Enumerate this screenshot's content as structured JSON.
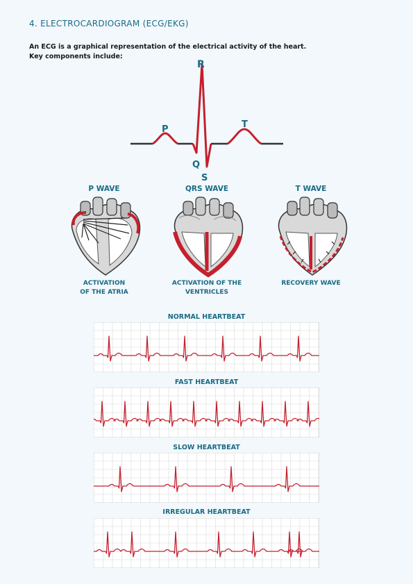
{
  "page": {
    "title": "4. ELECTROCARDIOGRAM (ECG/EKG)",
    "intro_line1": "An ECG is a graphical representation of the electrical activity of the heart.",
    "intro_line2": "Key components include:"
  },
  "waveform": {
    "labels": {
      "p": "P",
      "q": "Q",
      "r": "R",
      "s": "S",
      "t": "T"
    },
    "colors": {
      "baseline": "#333333",
      "wave": "#c4202e",
      "label": "#1b6a85"
    }
  },
  "hearts": [
    {
      "heading": "P WAVE",
      "caption_line1": "ACTIVATION",
      "caption_line2": "OF THE ATRIA"
    },
    {
      "heading": "QRS WAVE",
      "caption_line1": "ACTIVATION OF THE",
      "caption_line2": "VENTRICLES"
    },
    {
      "heading": "T WAVE",
      "caption_line1": "RECOVERY WAVE",
      "caption_line2": ""
    }
  ],
  "strips": [
    {
      "title": "NORMAL HEARTBEAT",
      "rhythm": "normal"
    },
    {
      "title": "FAST HEARTBEAT",
      "rhythm": "fast"
    },
    {
      "title": "SLOW HEARTBEAT",
      "rhythm": "slow"
    },
    {
      "title": "IRREGULAR HEARTBEAT",
      "rhythm": "irregular"
    }
  ]
}
